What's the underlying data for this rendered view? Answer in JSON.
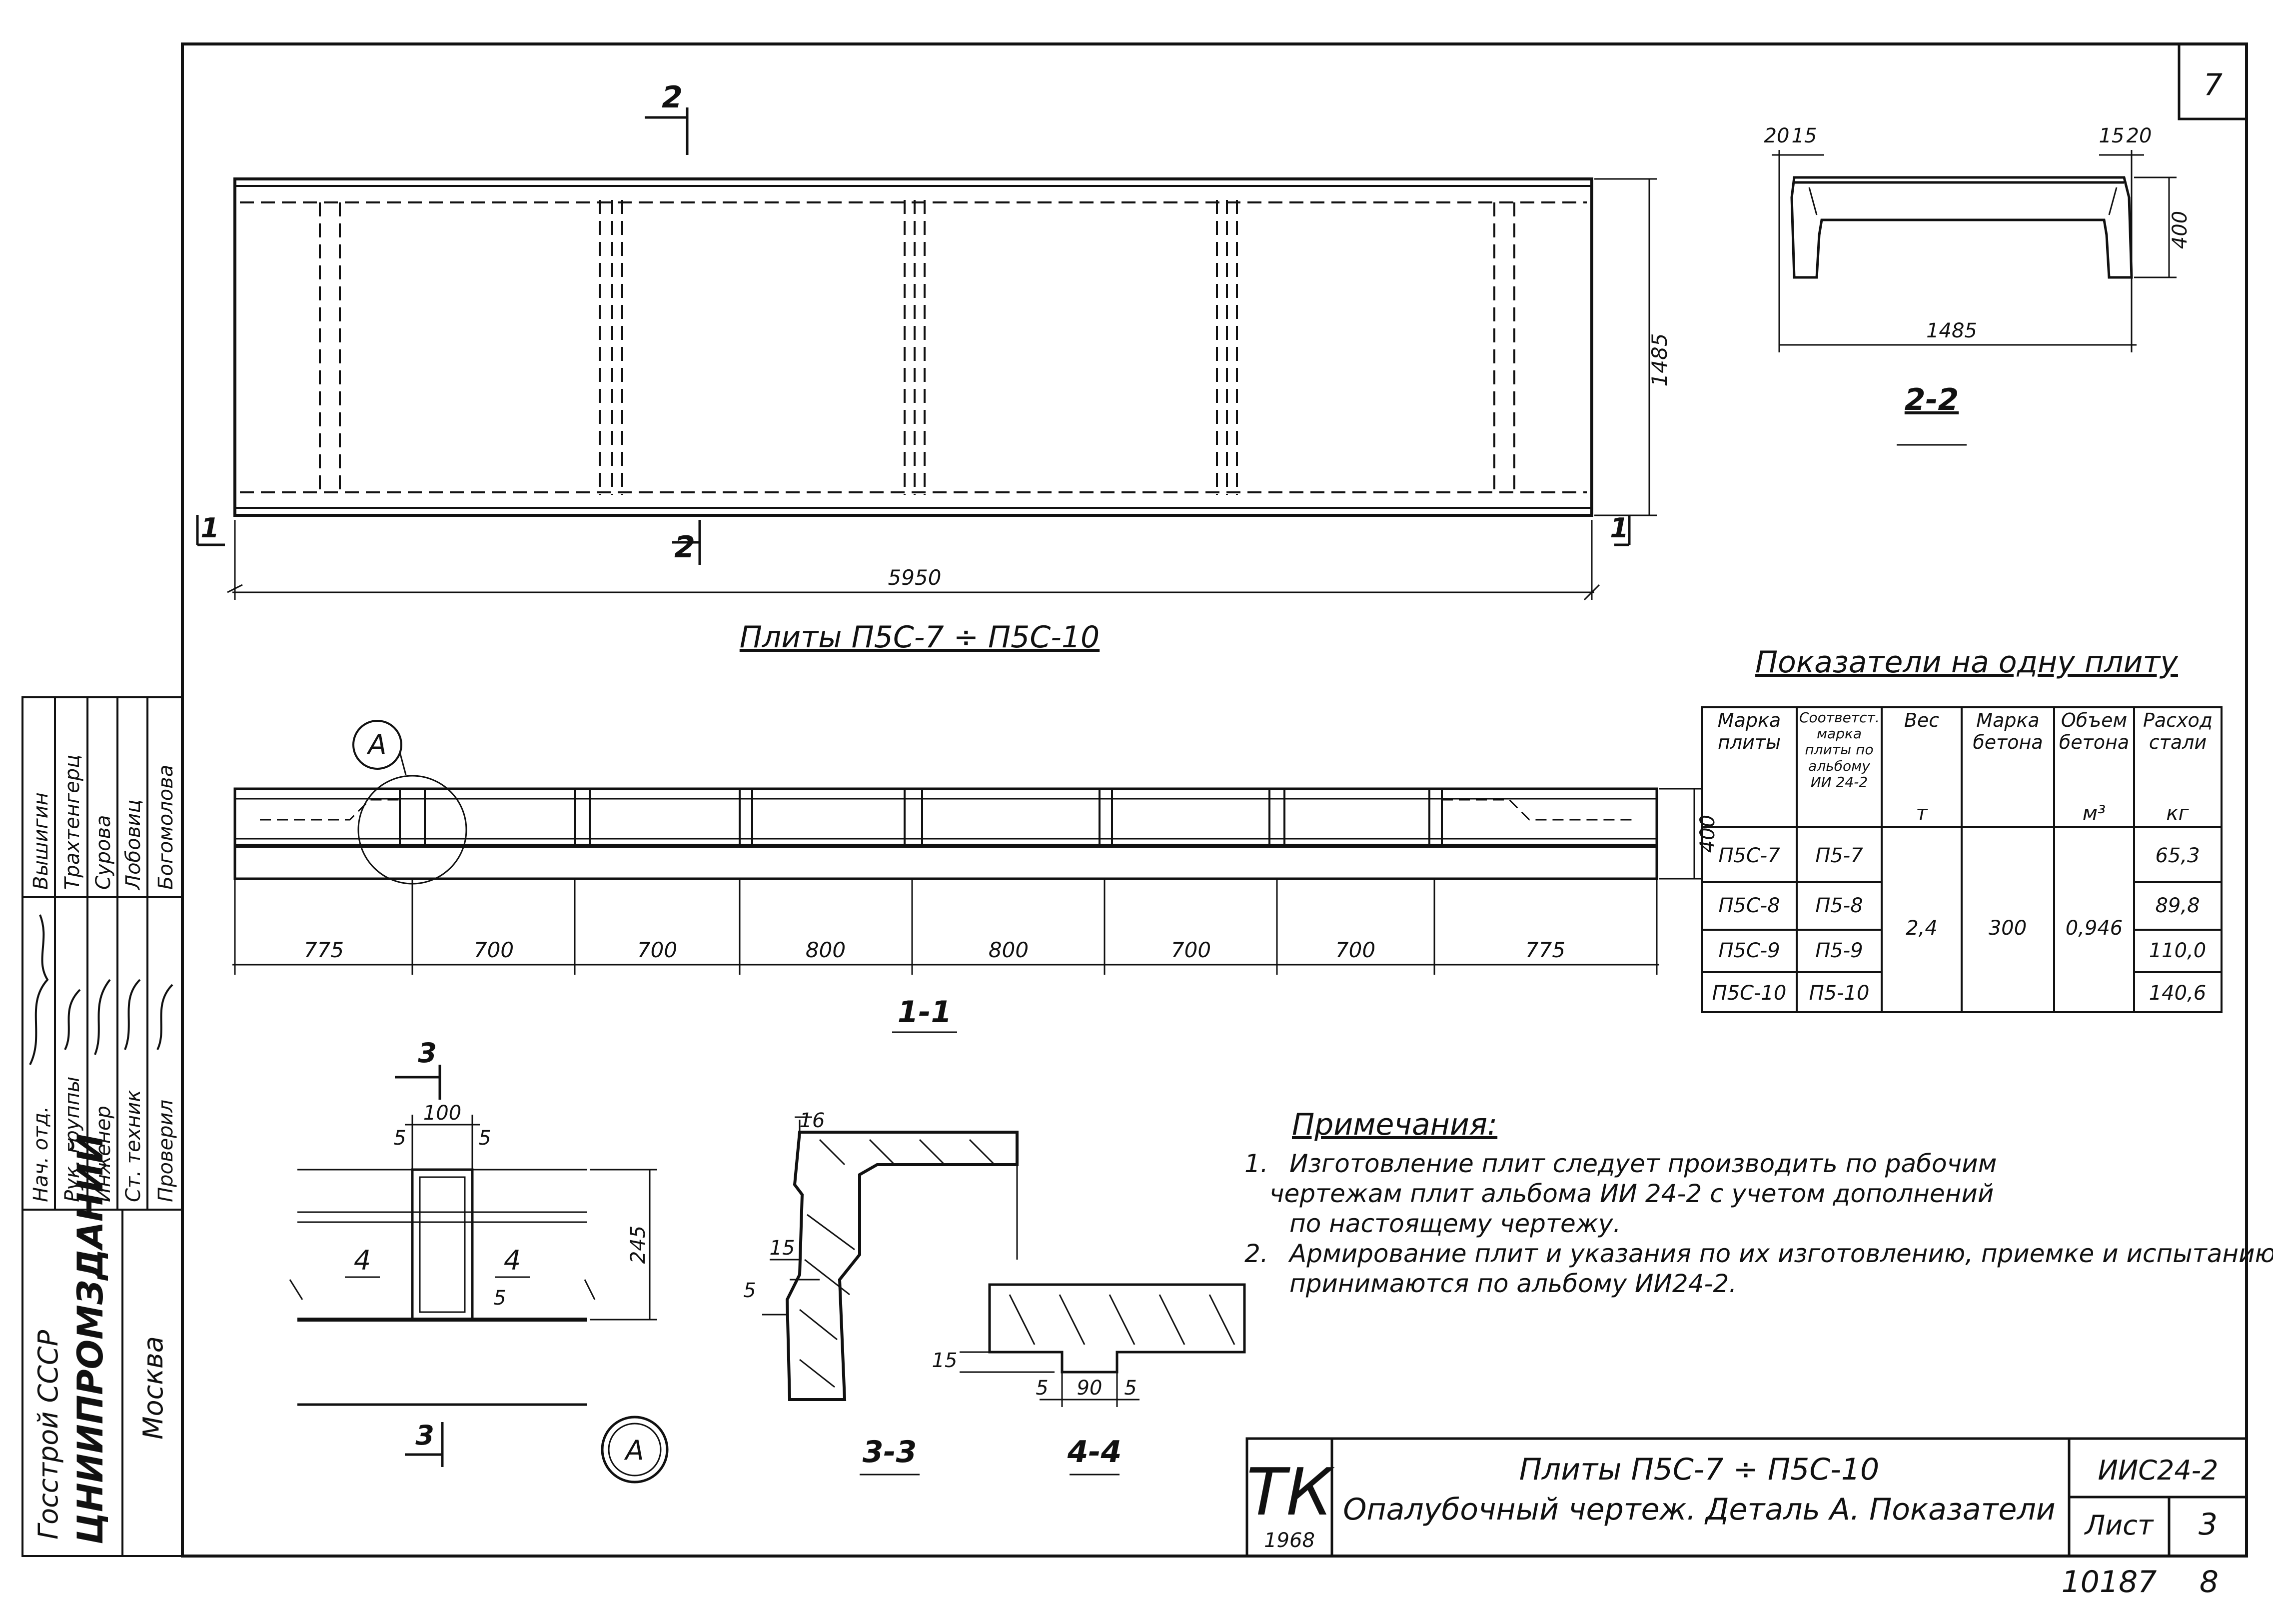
{
  "sheet": {
    "corner_number": "7",
    "bottom_number": "10187",
    "bottom_page": "8"
  },
  "plan_view": {
    "caption": "Плиты П5С-7 ÷ П5С-10",
    "dim_length": "5950",
    "dim_width": "1485",
    "section_mark_2": "2",
    "section_mark_1": "1"
  },
  "section_2_2": {
    "caption": "2-2",
    "dim_top_left": [
      "20",
      "15"
    ],
    "dim_top_right": [
      "15",
      "20"
    ],
    "dim_height": "400",
    "dim_width": "1485"
  },
  "section_1_1": {
    "caption": "1-1",
    "callout": "А",
    "dim_height": "400",
    "spans": [
      "775",
      "700",
      "700",
      "800",
      "800",
      "700",
      "700",
      "775"
    ]
  },
  "detail_a": {
    "callout": "А",
    "section_mark": "3",
    "dim_top": "100",
    "dim_small_left": "5",
    "dim_small_right": "5",
    "dim_height": "245",
    "dim_side": "5",
    "label_left": "4",
    "label_right": "4"
  },
  "section_3_3": {
    "caption": "3-3",
    "dim_top": "16",
    "dim_mid": "15",
    "dim_low": "5"
  },
  "section_4_4": {
    "caption": "4-4",
    "dim_side": "15",
    "dim_bottom": [
      "5",
      "90",
      "5"
    ]
  },
  "indicators": {
    "title": "Показатели на одну плиту",
    "headers": [
      {
        "text": "Марка плиты",
        "unit": ""
      },
      {
        "text": "Соответст. марка плиты по альбому ИИ 24-2",
        "unit": ""
      },
      {
        "text": "Вес",
        "unit": "т"
      },
      {
        "text": "Марка бетона",
        "unit": ""
      },
      {
        "text": "Объем бетона",
        "unit": "м³"
      },
      {
        "text": "Расход стали",
        "unit": "кг"
      }
    ],
    "rows": [
      {
        "mark": "П5С-7",
        "album": "П5-7",
        "steel": "65,3"
      },
      {
        "mark": "П5С-8",
        "album": "П5-8",
        "steel": "89,8"
      },
      {
        "mark": "П5С-9",
        "album": "П5-9",
        "steel": "110,0"
      },
      {
        "mark": "П5С-10",
        "album": "П5-10",
        "steel": "140,6"
      }
    ],
    "shared": {
      "weight": "2,4",
      "concrete": "300",
      "volume": "0,946"
    }
  },
  "notes": {
    "title": "Примечания:",
    "items": [
      {
        "num": "1.",
        "lines": [
          "Изготовление плит следует производить по рабочим",
          "чертежам плит альбома ИИ 24-2 с учетом дополнений",
          "по настоящему чертежу."
        ]
      },
      {
        "num": "2.",
        "lines": [
          "Армирование плит и указания по их изготовлению, приемке и испытанию",
          "принимаются по альбому ИИ24-2."
        ]
      }
    ]
  },
  "stamp": {
    "org1": "Госстрой СССР",
    "org2": "ЦНИИПРОМЗДАНИЙ",
    "city": "Москва",
    "roles": [
      "Нач. отд.",
      "Рук. группы",
      "Инженер",
      "Ст. техник",
      "Проверил"
    ],
    "names": [
      "Вышигин",
      "Трахтенгерц",
      "Сурова",
      "Лобовиц",
      "Богомолова"
    ]
  },
  "title_block": {
    "logo": "ТК",
    "year": "1968",
    "line1": "Плиты П5С-7 ÷ П5С-10",
    "line2": "Опалубочный чертеж. Деталь А. Показатели",
    "album": "ИИС24-2",
    "sheet_label": "Лист",
    "sheet_no": "3"
  }
}
